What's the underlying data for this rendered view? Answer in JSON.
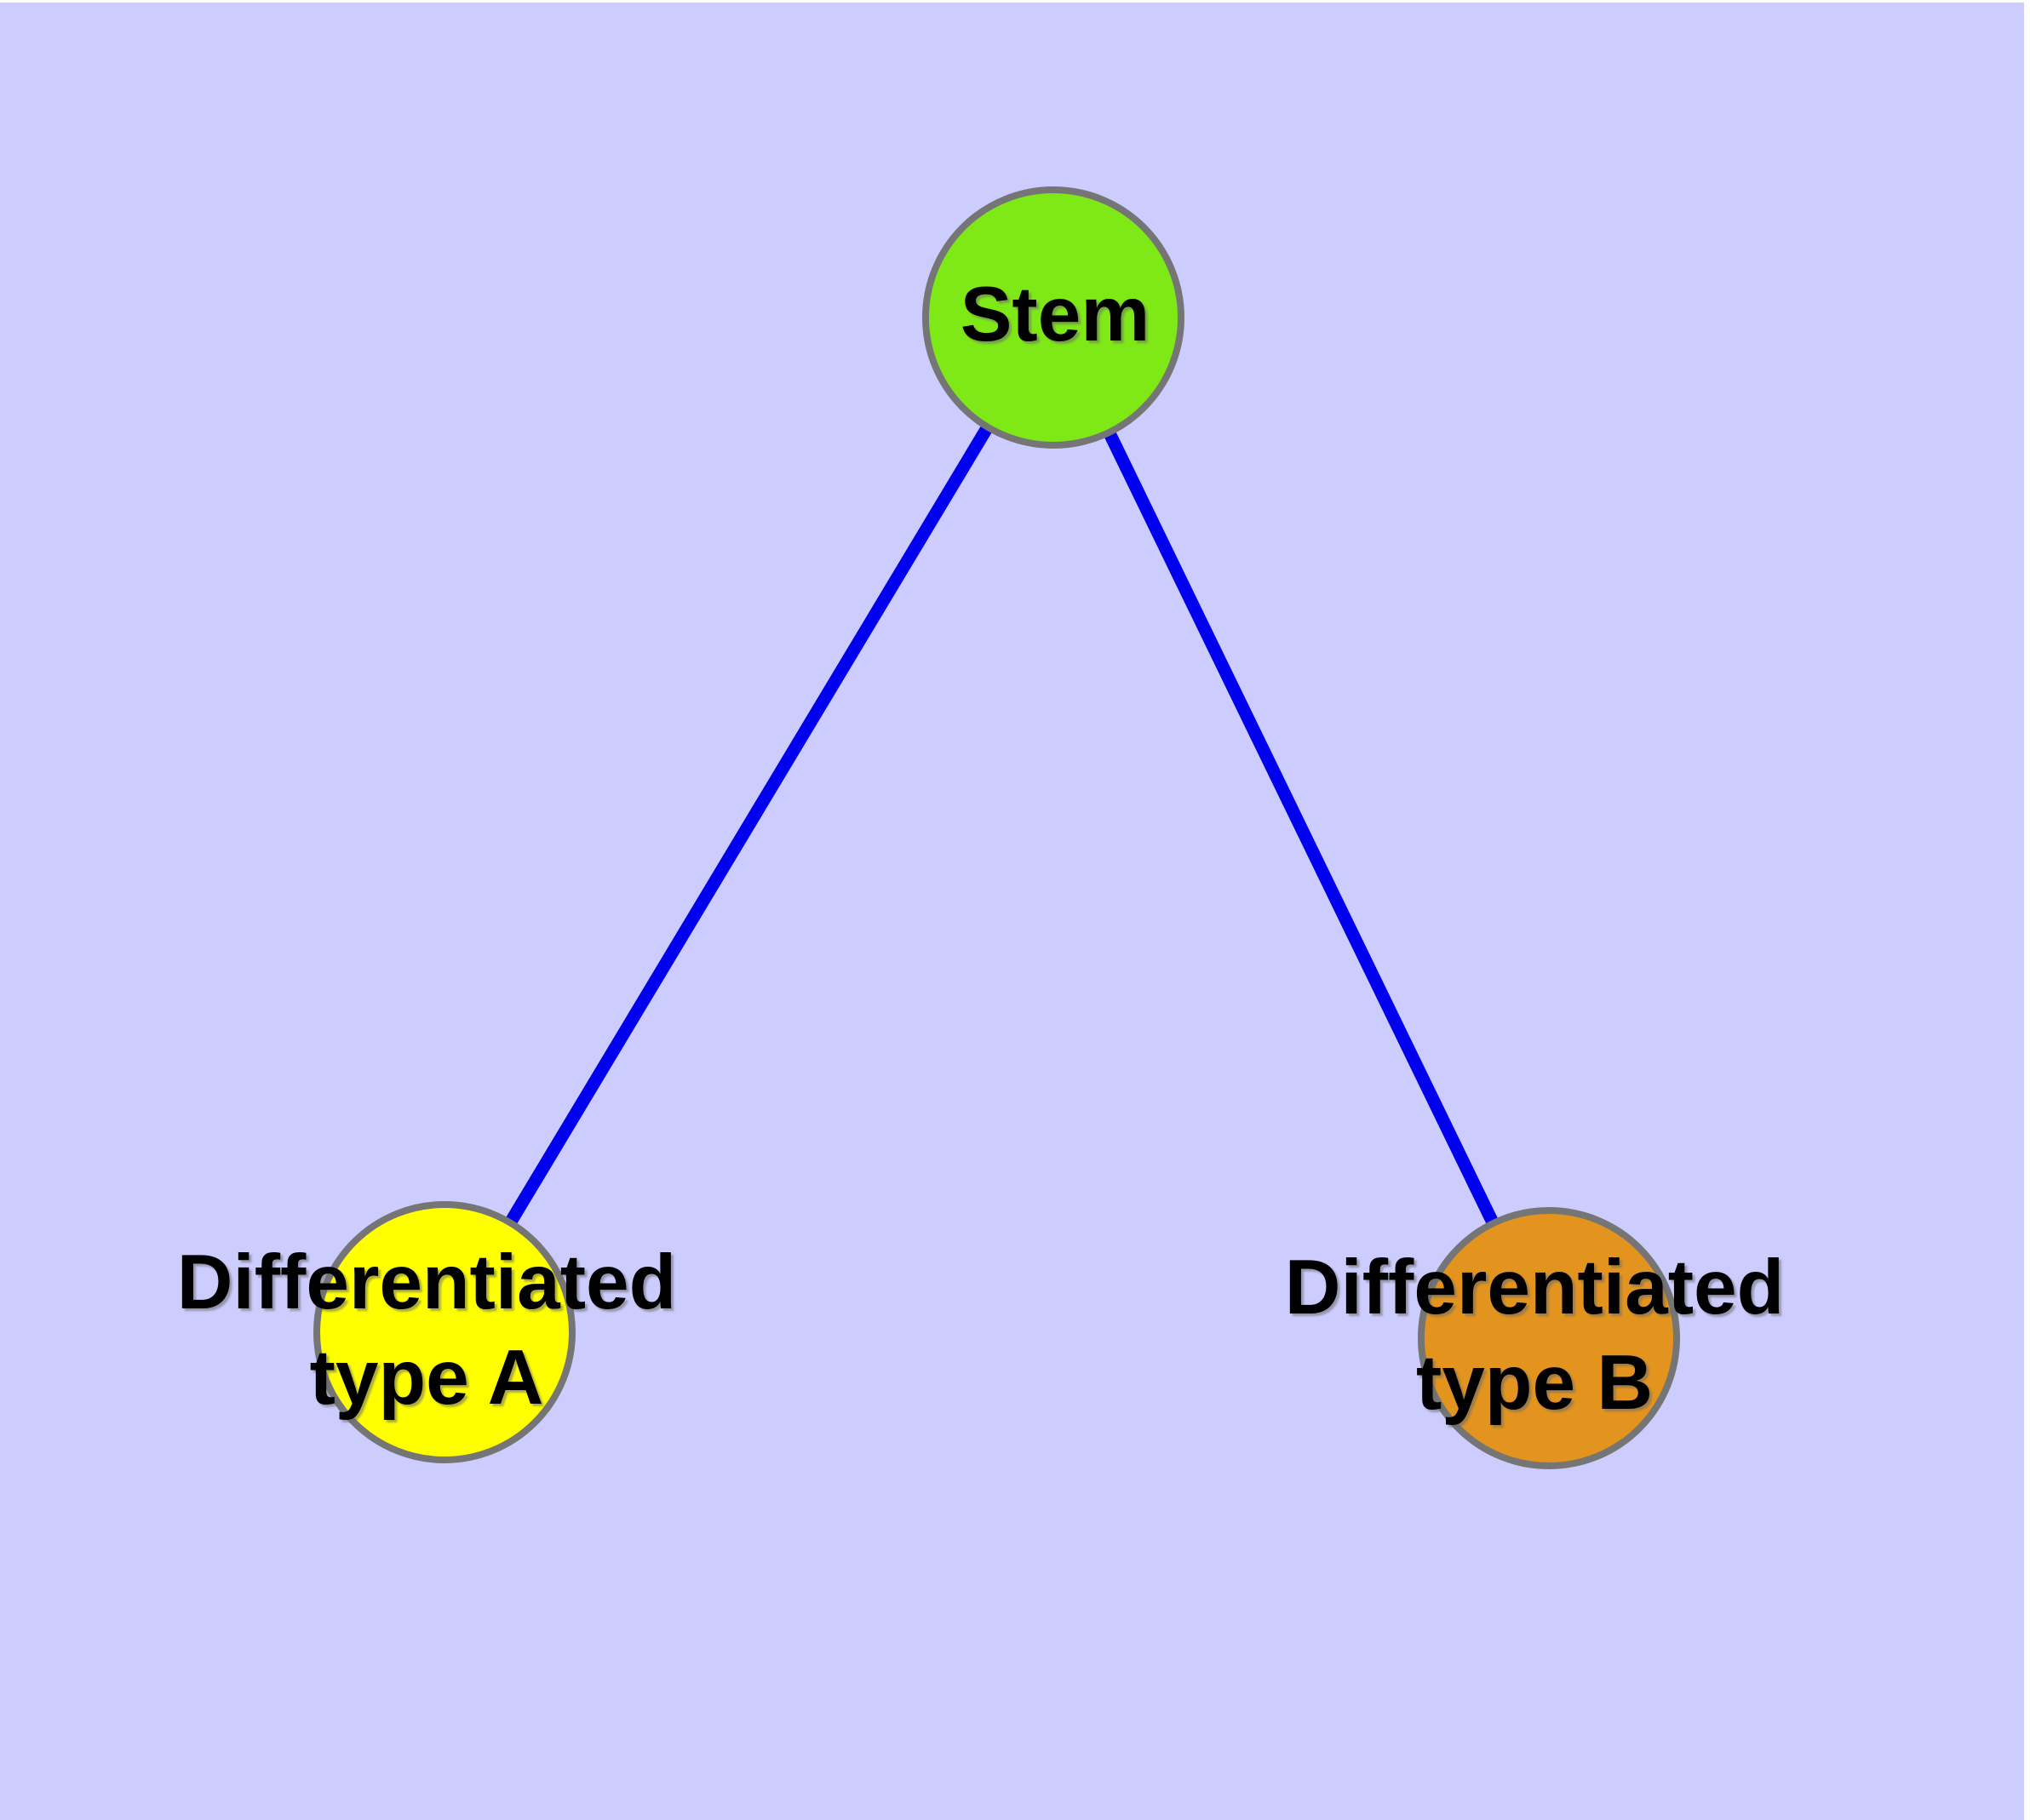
{
  "diagram": {
    "background_color": "#CCCCFF",
    "edge_color": "#0000EE",
    "node_border_color": "#757575",
    "nodes": [
      {
        "id": "stem",
        "label": "Stem",
        "fill": "#7FE817"
      },
      {
        "id": "differentiated-type-a",
        "label": "Differentiated\ntype A",
        "fill": "#FFFF00"
      },
      {
        "id": "differentiated-type-b",
        "label": "Differentiated\ntype B",
        "fill": "#E2941F"
      }
    ],
    "edges": [
      {
        "from": "Stem",
        "to": "Differentiated type A"
      },
      {
        "from": "Stem",
        "to": "Differentiated type B"
      }
    ]
  }
}
